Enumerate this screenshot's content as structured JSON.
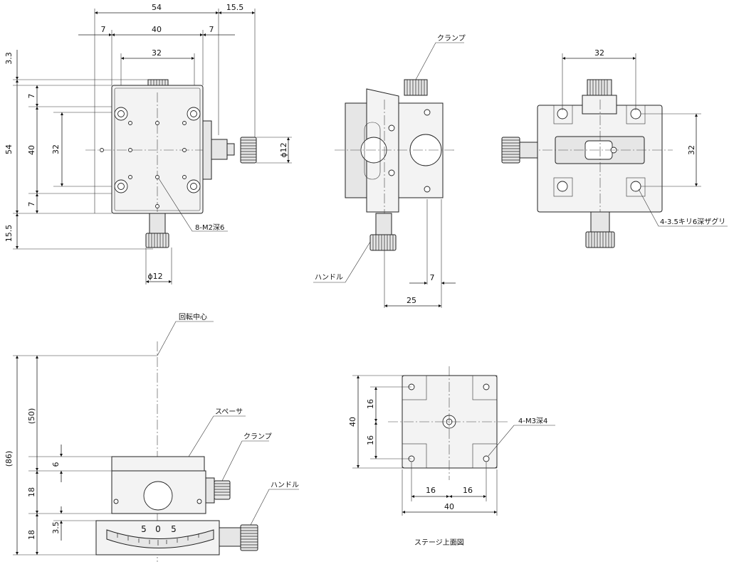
{
  "top_view": {
    "dims": {
      "total_width": "54",
      "knob_offset_right": "15.5",
      "margin_left": "7",
      "inner_width": "40",
      "margin_right": "7",
      "hole_pitch": "32",
      "top_offset": "3.3",
      "height_total": "54",
      "margin_top": "7",
      "inner_height": "40",
      "hole_pitch_v": "32",
      "margin_bottom": "7",
      "knob_offset_bottom": "15.5",
      "knob_dia_right": "ϕ12",
      "knob_dia_bottom": "ϕ12"
    },
    "callout_holes": "8-M2深6"
  },
  "side_view": {
    "clamp_label": "クランプ",
    "handle_label": "ハンドル",
    "dim_7": "7",
    "dim_25": "25"
  },
  "bottom_view": {
    "dim_32_top": "32",
    "dim_32_right": "32",
    "callout_holes": "4-3.5キリ6深ザグリ"
  },
  "front_view": {
    "rotation_center_label": "回転中心",
    "spacer_label": "スペーサ",
    "clamp_label": "クランプ",
    "handle_label": "ハンドル",
    "dim_total": "(86)",
    "dim_50": "(50)",
    "dim_6": "6",
    "dim_18_upper": "18",
    "dim_18_lower": "18",
    "dim_3_5": "3.5",
    "scale_labels": [
      "5",
      "0",
      "5"
    ]
  },
  "stage_top_view": {
    "dim_40_left": "40",
    "dim_16_a": "16",
    "dim_16_b": "16",
    "dim_16_c": "16",
    "dim_16_d": "16",
    "dim_40_bottom": "40",
    "callout_holes": "4-M3深4",
    "caption": "ステージ上面図"
  }
}
